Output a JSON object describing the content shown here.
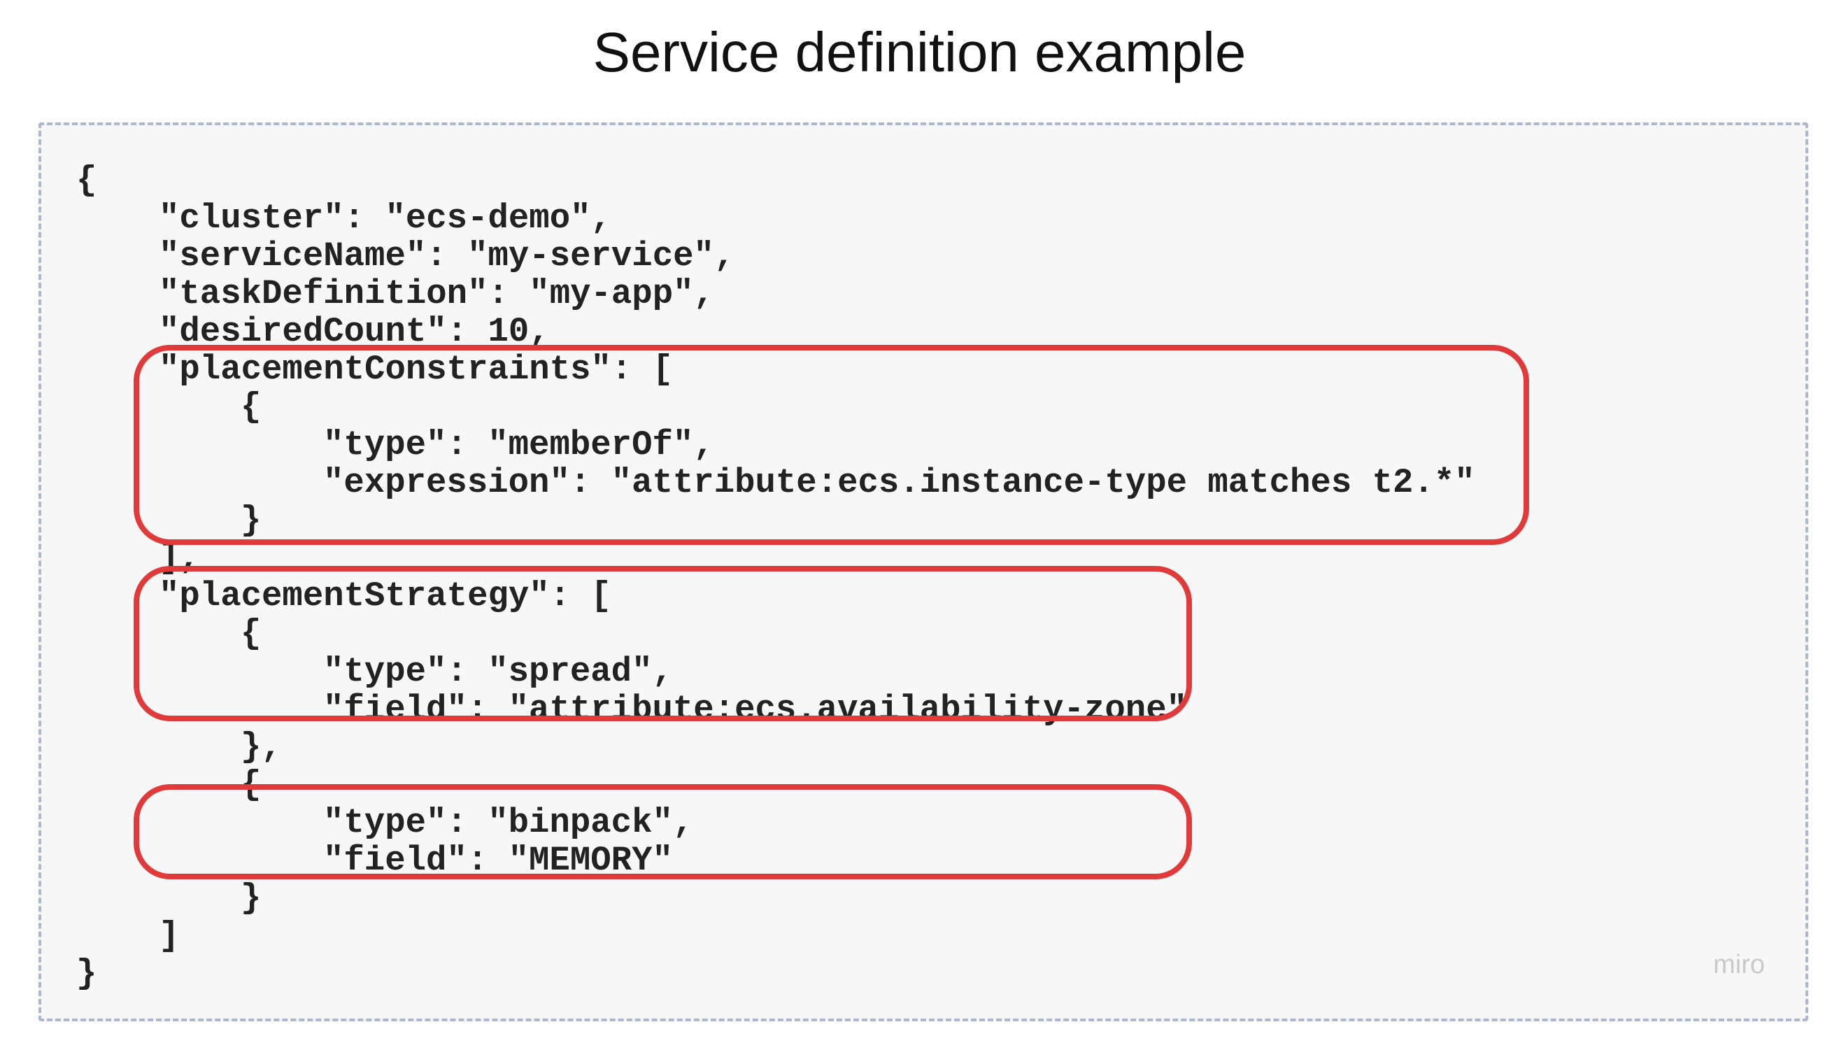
{
  "title": "Service definition example",
  "code_lines": [
    "{",
    "\"cluster\": \"ecs-demo\",",
    "\"serviceName\": \"my-service\",",
    "\"taskDefinition\": \"my-app\",",
    "\"desiredCount\": 10,",
    "\"placementConstraints\": [",
    "{",
    "\"type\": \"memberOf\",",
    "\"expression\": \"attribute:ecs.instance-type matches t2.*\"",
    "}",
    "],",
    "\"placementStrategy\": [",
    "{",
    "\"type\": \"spread\",",
    "\"field\": \"attribute:ecs.availability-zone\"",
    "},",
    "{",
    "\"type\": \"binpack\",",
    "\"field\": \"MEMORY\"",
    "}",
    "]",
    "}"
  ],
  "watermark": "miro",
  "colors": {
    "highlight": "#e03a3a",
    "panel_border": "#a9b8cf",
    "panel_background": "#f7f7f7"
  }
}
